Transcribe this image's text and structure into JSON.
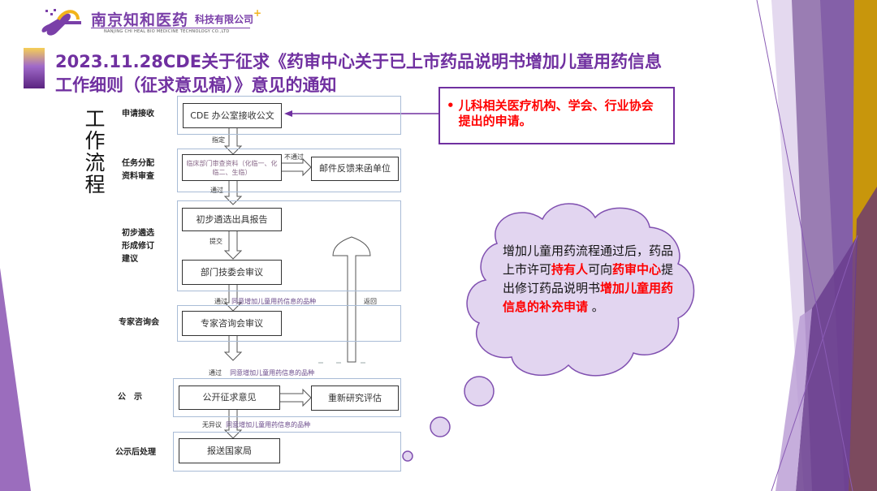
{
  "logo": {
    "name_cn": "南京知和医药",
    "name_cn_suffix": "科技有限公司",
    "name_en": "NANJING CHI HEAL BIO MEDICINE TECHNOLOGY CO.,LTD"
  },
  "title": {
    "line1": "2023.11.28CDE关于征求《药审中心关于已上市药品说明书增加儿童用药信息",
    "line2": "工作细则（征求意见稿）》意见的通知"
  },
  "side_label": "工作流程",
  "flow": {
    "stages": [
      {
        "label": "申请接收"
      },
      {
        "label": "任务分配资料审查"
      },
      {
        "label": "初步遴选形成修订建议"
      },
      {
        "label": "专家咨询会"
      },
      {
        "label": "公　示"
      },
      {
        "label": "公示后处理"
      }
    ],
    "boxes": {
      "receive": "CDE 办公室接收公文",
      "review": "临床部门审查资料（化临一、化临二、生临）",
      "feedback": "邮件反馈来函单位",
      "report": "初步遴选出具报告",
      "committee": "部门技委会审议",
      "expert": "专家咨询会审议",
      "public": "公开征求意见",
      "reassess": "重新研究评估",
      "submit": "报送国家局"
    },
    "edges": {
      "assign": "指定",
      "fail": "不通过",
      "pass": "通过",
      "submit": "提交",
      "pass2": "通过",
      "agree": "同意增加儿童用药信息的品种",
      "return": "返回",
      "pass3": "通过",
      "no_objection": "无异议"
    }
  },
  "callout": {
    "bullet": "•",
    "text": "儿科相关医疗机构、学会、行业协会提出的申请。"
  },
  "cloud": {
    "t1": "增加儿童用药流程通过后，药品上市许可",
    "r1": "持有人",
    "t2": "可向",
    "r2": "药审中心",
    "t3": "提出修订药品说明书",
    "r3": "增加儿童用药信息的补充申请",
    "t4": " 。"
  },
  "colors": {
    "accent": "#7030a0",
    "highlight": "#ff0000",
    "cloud_fill": "#e2d5f0",
    "gold": "#c8960c"
  }
}
